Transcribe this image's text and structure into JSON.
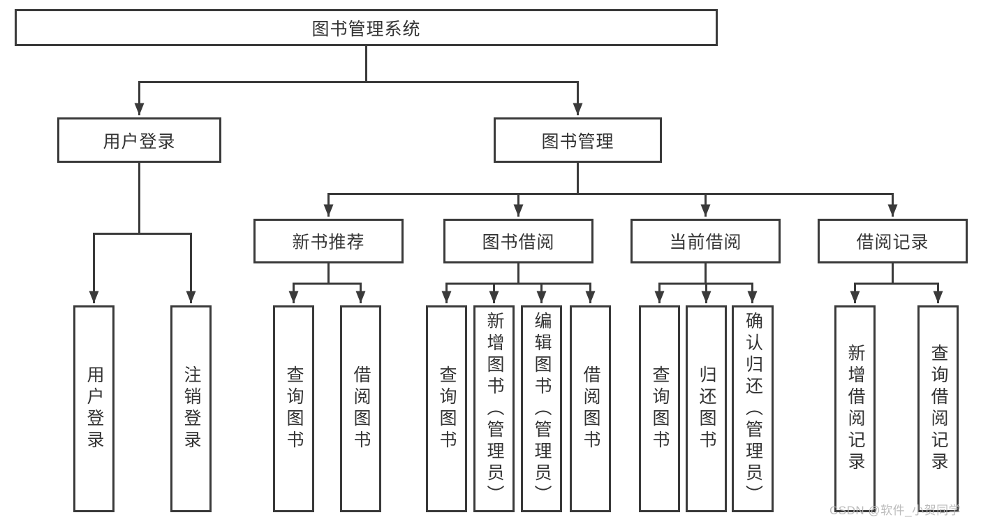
{
  "colors": {
    "line": "#3a3a3a",
    "text": "#333333",
    "box_background": "#ffffff",
    "watermark": "#b4b4b4",
    "page_background": "#ffffff"
  },
  "tree": {
    "root": {
      "label": "图书管理系统"
    },
    "children": [
      {
        "label": "用户登录",
        "children": [
          {
            "label": "用户登录"
          },
          {
            "label": "注销登录"
          }
        ]
      },
      {
        "label": "图书管理",
        "children": [
          {
            "label": "新书推荐",
            "children": [
              {
                "label": "查询图书"
              },
              {
                "label": "借阅图书"
              }
            ]
          },
          {
            "label": "图书借阅",
            "children": [
              {
                "label": "查询图书"
              },
              {
                "label": "新增图书（管理员）"
              },
              {
                "label": "编辑图书（管理员）"
              },
              {
                "label": "借阅图书"
              }
            ]
          },
          {
            "label": "当前借阅",
            "children": [
              {
                "label": "查询图书"
              },
              {
                "label": "归还图书"
              },
              {
                "label": "确认归还（管理员）"
              }
            ]
          },
          {
            "label": "借阅记录",
            "children": [
              {
                "label": "新增借阅记录"
              },
              {
                "label": "查询借阅记录"
              }
            ]
          }
        ]
      }
    ]
  },
  "watermark": {
    "text": "CSDN @软件_小贺同学"
  }
}
